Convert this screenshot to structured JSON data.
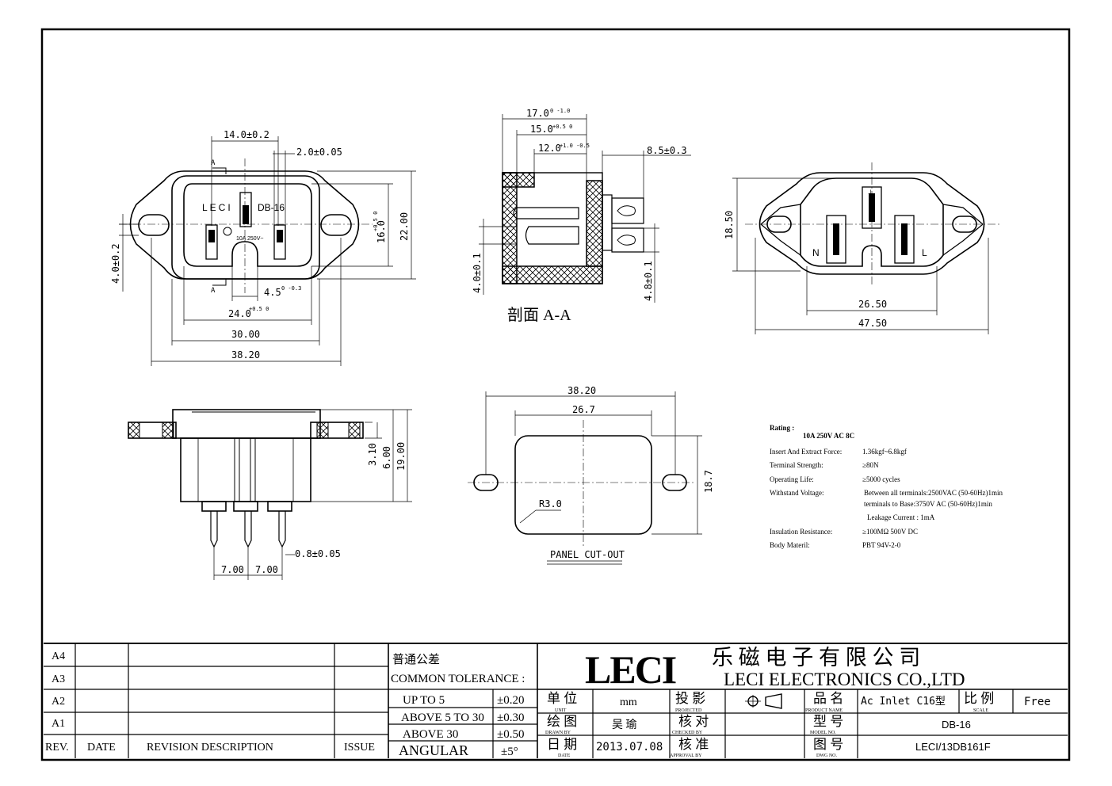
{
  "drawing": {
    "front_view": {
      "dims": {
        "top_width": "14.0±0.2",
        "pin_width": "2.0±0.05",
        "height_outer": "22.00",
        "height_inner": "16.0",
        "height_inner_tol": "+0.5 0",
        "left_height": "4.0±0.2",
        "notch": "4.5",
        "notch_tol": "0 -0.3",
        "inner_width": "24.0",
        "inner_width_tol": "+0.5 0",
        "flange_width": "30.00",
        "overall_width": "38.20"
      },
      "labels": {
        "brand": "LECI",
        "model": "DB-16",
        "rating": "10A 250V~",
        "section_mark": "A"
      }
    },
    "section_view": {
      "dims": {
        "d1": "17.0",
        "d1_tol": "0 -1.0",
        "d2": "15.0",
        "d2_tol": "+0.5 0",
        "d3": "12.0",
        "d3_tol": "+1.0 -0.5",
        "tab": "8.5±0.3",
        "left": "4.0±0.1",
        "right": "4.8±0.1"
      },
      "title": "剖面 A-A"
    },
    "rear_view": {
      "dims": {
        "height": "18.50",
        "inner_width": "26.50",
        "overall_width": "47.50"
      },
      "labels": {
        "neutral": "N",
        "live": "L",
        "earth": "⏚"
      }
    },
    "side_view": {
      "dims": {
        "d1": "3.10",
        "d2": "6.00",
        "d3": "19.00",
        "pin": "0.8±0.05",
        "pitch1": "7.00",
        "pitch2": "7.00"
      }
    },
    "panel_cutout": {
      "dims": {
        "overall_width": "38.20",
        "width": "26.7",
        "height": "18.7",
        "radius": "R3.0"
      },
      "title": "PANEL CUT-OUT"
    },
    "specs": [
      {
        "label": "Rating :",
        "value": ""
      },
      {
        "label": "",
        "value": "10A 250V AC  8C"
      },
      {
        "label": "Insert And Extract Force:",
        "value": "1.36kgf~6.8kgf"
      },
      {
        "label": "Terminal  Strength:",
        "value": "≥80N"
      },
      {
        "label": "Operating Life:",
        "value": "≥5000  cycles"
      },
      {
        "label": "Withstand Voltage:",
        "value": "Between all terminals:2500VAC (50-60Hz)1min"
      },
      {
        "label": "",
        "value": "terminals to Base:3750V AC (50-60Hz)1min"
      },
      {
        "label": "",
        "value": "Leakage Current :  1mA"
      },
      {
        "label": "Insulation Resistance:",
        "value": "≥100MΩ  500V DC"
      },
      {
        "label": "Body Materil:",
        "value": "PBT    94V-2-0"
      }
    ]
  },
  "title_block": {
    "revisions": [
      "A4",
      "A3",
      "A2",
      "A1"
    ],
    "rev_headers": {
      "rev": "REV.",
      "date": "DATE",
      "desc": "REVISION DESCRIPTION",
      "issue": "ISSUE"
    },
    "tolerance": {
      "title_cn": "普通公差",
      "title_en": "COMMON TOLERANCE :",
      "rows": [
        {
          "range": "UP TO 5",
          "value": "±0.20"
        },
        {
          "range": "ABOVE 5 TO 30",
          "value": "±0.30"
        },
        {
          "range": "ABOVE 30",
          "value": "±0.50"
        },
        {
          "range": "ANGULAR",
          "value": "±5°"
        }
      ]
    },
    "company": {
      "logo": "LECI",
      "name_cn": "乐 磁 电 子 有 限 公 司",
      "name_en": "LECI  ELECTRONICS  CO.,LTD"
    },
    "fields": {
      "unit_cn": "单 位",
      "unit_en": "UNIT",
      "unit_value": "mm",
      "proj_cn": "投 影",
      "proj_en": "PROJECTED",
      "name_cn": "品 名",
      "name_en": "PRODUCT NAME",
      "name_value": "Ac Inlet C16型",
      "scale_cn": "比 例",
      "scale_en": "SCALE",
      "scale_value": "Free",
      "drawn_cn": "绘 图",
      "drawn_en": "DRAWN BY",
      "drawn_value": "吴 瑜",
      "checked_cn": "核 对",
      "checked_en": "CHECKED BY",
      "model_cn": "型 号",
      "model_en": "MODEL NO.",
      "model_value": "DB-16",
      "date_cn": "日 期",
      "date_en": "DATE",
      "date_value": "2013.07.08",
      "approval_cn": "核 准",
      "approval_en": "APPROVAL BY",
      "dwg_cn": "图 号",
      "dwg_en": "DWG NO.",
      "dwg_value": "LECI/13DB161F"
    }
  }
}
